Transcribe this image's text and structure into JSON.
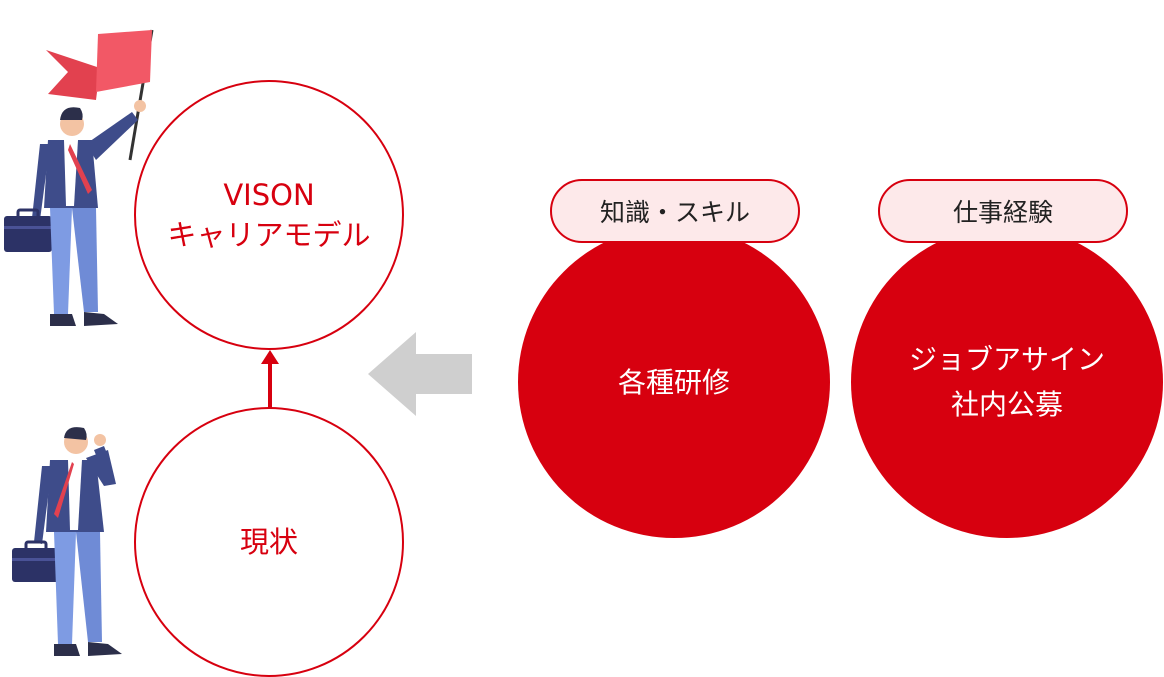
{
  "goal_circle": {
    "lines": [
      "VISON",
      "キャリアモデル"
    ]
  },
  "current_circle": {
    "lines": [
      "現状"
    ]
  },
  "training": {
    "tag": "知識・スキル",
    "lines": [
      "各種研修"
    ]
  },
  "experience": {
    "tag": "仕事経験",
    "lines": [
      "ジョブアサイン",
      "社内公募"
    ]
  },
  "colors": {
    "accent_red": "#d7000f",
    "pill_fill": "#fde9ea",
    "arrow_gray": "#cfcfcf"
  }
}
